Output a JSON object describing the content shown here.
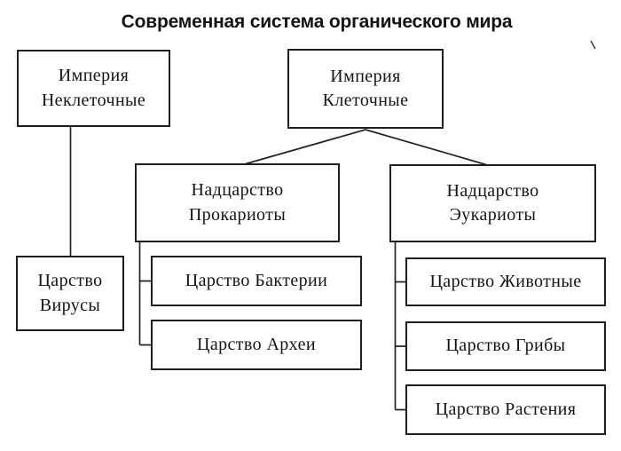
{
  "title": "Современная система органического мира",
  "colors": {
    "background": "#ffffff",
    "box_border": "#1f1f1f",
    "line": "#222222",
    "text": "#141414"
  },
  "nodes": {
    "empire_noncellular": {
      "line1": "Империя",
      "line2": "Неклеточные"
    },
    "empire_cellular": {
      "line1": "Империя",
      "line2": "Клеточные"
    },
    "superkingdom_prokaryotes": {
      "line1": "Надцарство",
      "line2": "Прокариоты"
    },
    "superkingdom_eukaryotes": {
      "line1": "Надцарство",
      "line2": "Эукариоты"
    },
    "kingdom_viruses": {
      "line1": "Царство",
      "line2": "Вирусы"
    },
    "kingdom_bacteria": {
      "label": "Царство Бактерии"
    },
    "kingdom_archaea": {
      "label": "Царство Археи"
    },
    "kingdom_animals": {
      "label": "Царство Животные"
    },
    "kingdom_fungi": {
      "label": "Царство Грибы"
    },
    "kingdom_plants": {
      "label": "Царство Растения"
    }
  }
}
